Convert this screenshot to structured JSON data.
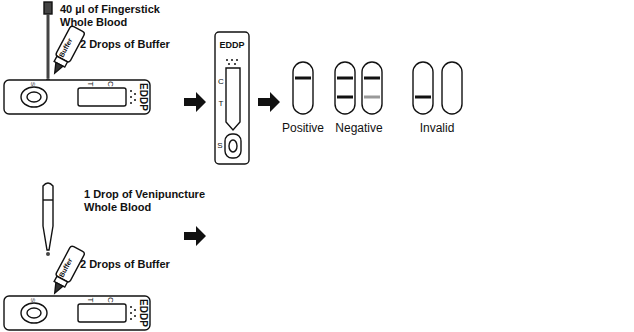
{
  "diagram": {
    "labels": [
      "40 µl of Fingerstick Whole Blood",
      "Buffer",
      "2 Drops of Buffer",
      "S",
      "T",
      "C",
      "EDDP",
      "1 Drop of Venipuncture Whole Blood",
      "Buffer",
      "2 Drops of Buffer",
      "S",
      "T",
      "C",
      "EDDP",
      "EDDP",
      "C",
      "T",
      "S",
      "Positive",
      "Negative",
      "Invalid"
    ]
  }
}
